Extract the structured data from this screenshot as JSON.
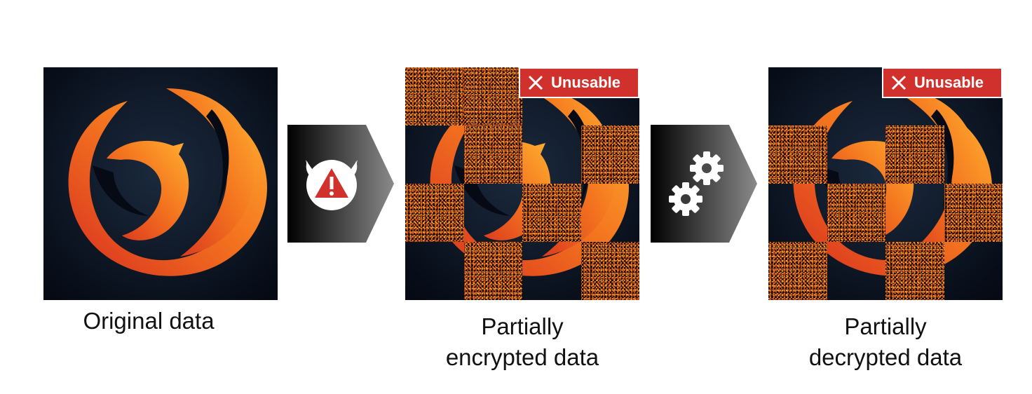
{
  "panels": [
    {
      "caption": "Original data"
    },
    {
      "caption_line1": "Partially",
      "caption_line2": "encrypted data",
      "badge": "Unusable"
    },
    {
      "caption_line1": "Partially",
      "caption_line2": "decrypted data",
      "badge": "Unusable"
    }
  ],
  "arrows": [
    {
      "icon": "devil-warning-icon"
    },
    {
      "icon": "gears-icon"
    }
  ],
  "colors": {
    "badge": "#d0312d",
    "flame_light": "#ffa62b",
    "flame_dark": "#d8301f",
    "noise_bg": "#1a0c06"
  },
  "encrypted_tiles_panel2": [
    [
      0,
      0
    ],
    [
      0,
      1
    ],
    [
      1,
      1
    ],
    [
      1,
      3
    ],
    [
      2,
      0
    ],
    [
      2,
      2
    ],
    [
      3,
      1
    ],
    [
      3,
      3
    ]
  ],
  "encrypted_tiles_panel3": [
    [
      1,
      0
    ],
    [
      1,
      2
    ],
    [
      2,
      1
    ],
    [
      2,
      3
    ],
    [
      3,
      0
    ],
    [
      3,
      2
    ]
  ]
}
